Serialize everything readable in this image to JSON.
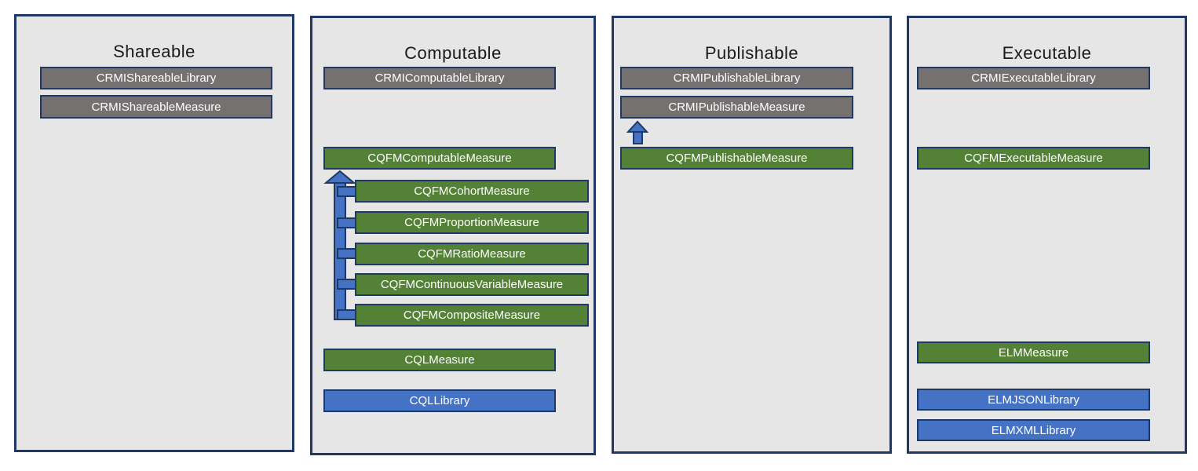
{
  "colors": {
    "box_gray": "#767171",
    "box_green": "#538135",
    "box_blue": "#4472C4",
    "outline_navy": "#1F3864",
    "panel_bg": "#E7E6E6",
    "box_text": "#FFFFFF",
    "title_text": "#1A1A1A",
    "canvas_bg": "#FFFFFF"
  },
  "panels": [
    {
      "title": "Shareable",
      "boxes": [
        {
          "label": "CRMIShareableLibrary",
          "color": "gray"
        },
        {
          "label": "CRMIShareableMeasure",
          "color": "gray"
        }
      ]
    },
    {
      "title": "Computable",
      "connector": "inheritance-up-arrow",
      "boxes": [
        {
          "label": "CRMIComputableLibrary",
          "color": "gray"
        },
        {
          "label": "CQFMComputableMeasure",
          "color": "green"
        },
        {
          "label": "CQFMCohortMeasure",
          "color": "green"
        },
        {
          "label": "CQFMProportionMeasure",
          "color": "green"
        },
        {
          "label": "CQFMRatioMeasure",
          "color": "green"
        },
        {
          "label": "CQFMContinuousVariableMeasure",
          "color": "green"
        },
        {
          "label": "CQFMCompositeMeasure",
          "color": "green"
        },
        {
          "label": "CQLMeasure",
          "color": "green"
        },
        {
          "label": "CQLLibrary",
          "color": "blue"
        }
      ]
    },
    {
      "title": "Publishable",
      "connector": "up-arrow",
      "boxes": [
        {
          "label": "CRMIPublishableLibrary",
          "color": "gray"
        },
        {
          "label": "CRMIPublishableMeasure",
          "color": "gray"
        },
        {
          "label": "CQFMPublishableMeasure",
          "color": "green"
        }
      ]
    },
    {
      "title": "Executable",
      "boxes": [
        {
          "label": "CRMIExecutableLibrary",
          "color": "gray"
        },
        {
          "label": "CQFMExecutableMeasure",
          "color": "green"
        },
        {
          "label": "ELMMeasure",
          "color": "green"
        },
        {
          "label": "ELMJSONLibrary",
          "color": "blue"
        },
        {
          "label": "ELMXMLLibrary",
          "color": "blue"
        }
      ]
    }
  ]
}
